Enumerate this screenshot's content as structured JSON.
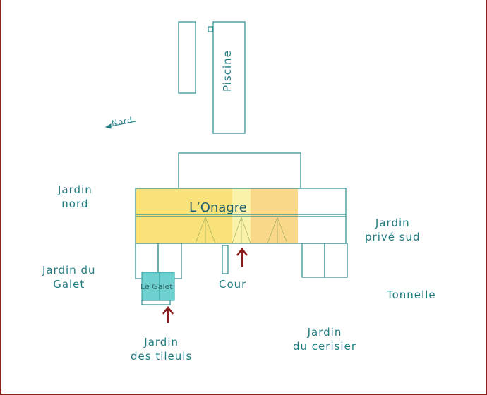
{
  "labels": {
    "piscine": "Piscine",
    "nord": "Nord",
    "onagre": "L’Onagre",
    "le_galet": "Le Galet",
    "cour": "Cour",
    "jardin_nord": "Jardin\nnord",
    "jardin_galet": "Jardin du\nGalet",
    "jardin_tileuls": "Jardin\ndes tileuls",
    "jardin_prive_sud": "Jardin\nprivé sud",
    "tonnelle": "Tonnelle",
    "jardin_cerisier": "Jardin\ndu cerisier"
  },
  "colors": {
    "outline": "#2a8a8c",
    "yellow": "#f9e27a",
    "pale_yellow": "#fbf2aa",
    "orange": "#f9d88a",
    "galet": "#6fd1cf",
    "arrow": "#8b1a1a",
    "text": "#1f7b80"
  }
}
